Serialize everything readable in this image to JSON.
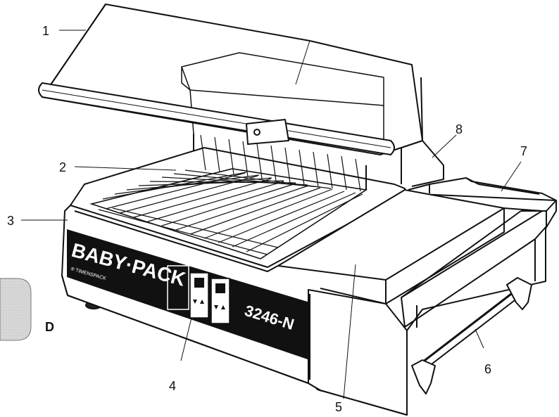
{
  "callouts": {
    "c1": "1",
    "c2": "2",
    "c3": "3",
    "c4": "4",
    "c5": "5",
    "c6": "6",
    "c7": "7",
    "c8": "8"
  },
  "machine": {
    "brand": "BABY·PACK",
    "sub_brand": "® TIMENSPACK",
    "model": "3246-N"
  },
  "side_tab": {
    "letter": "D"
  }
}
